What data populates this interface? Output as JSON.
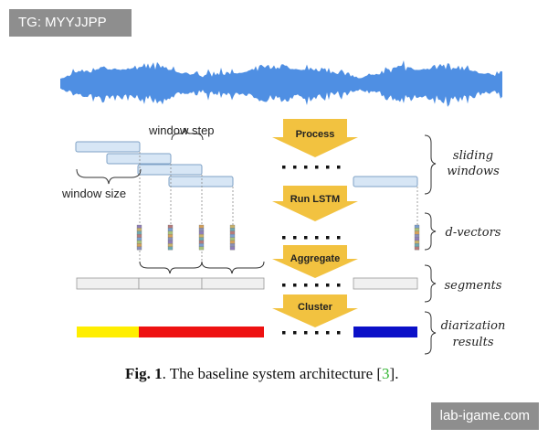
{
  "watermarks": {
    "top_left": "TG: MYYJJPP",
    "bottom_right": "lab-igame.com"
  },
  "annotations": {
    "window_step": "window step",
    "window_size": "window size"
  },
  "steps": [
    "Process",
    "Run LSTM",
    "Aggregate",
    "Cluster"
  ],
  "side_labels": {
    "sliding_windows": [
      "sliding",
      "windows"
    ],
    "d_vectors": "d-vectors",
    "segments": "segments",
    "diarization_results": [
      "diarization",
      "results"
    ]
  },
  "caption": {
    "fig": "Fig. 1",
    "text": ". The baseline system architecture [",
    "ref": "3",
    "end": "]."
  },
  "colors": {
    "waveform": "#4f8fe3",
    "window_fill": "#d7e6f5",
    "window_stroke": "#7fa2c6",
    "arrow": "#f2c240",
    "segment_fill": "#f0f0f0",
    "result_yellow": "#ffee00",
    "result_red": "#ee1111",
    "result_blue": "#0b10c8",
    "ref_green": "#2fb52f"
  }
}
